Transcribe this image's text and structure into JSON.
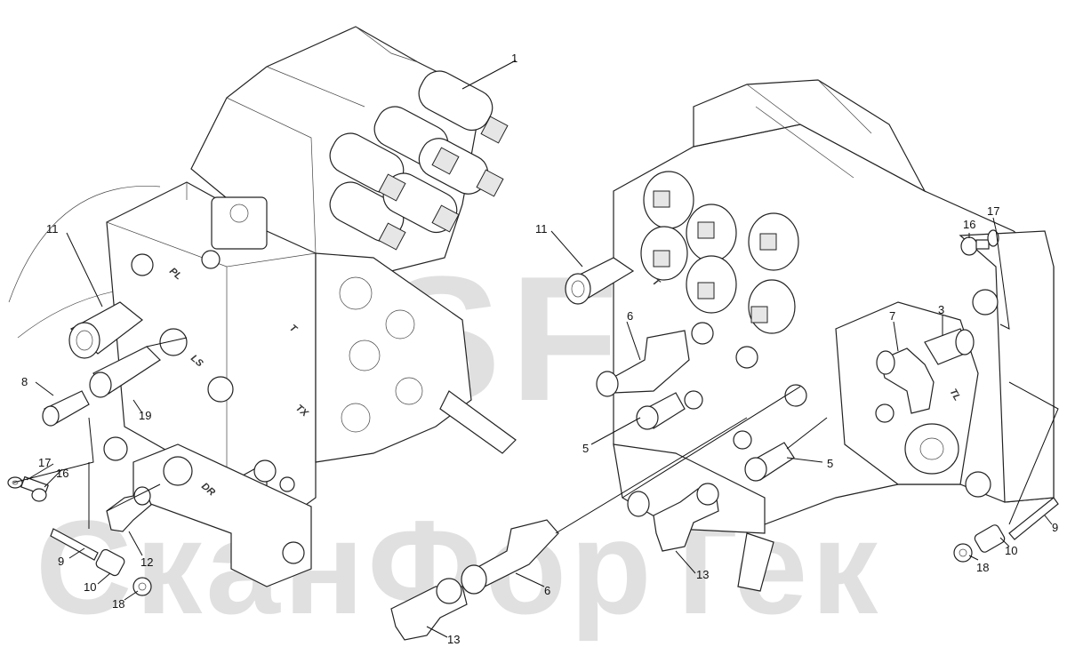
{
  "watermark": {
    "logo": "SFT",
    "text": "СканФорТек"
  },
  "valve_faces": [
    "PL",
    "LS",
    "DR",
    "T",
    "TX",
    "T",
    "TL"
  ],
  "callouts": [
    "1",
    "11",
    "8",
    "19",
    "17",
    "16",
    "9",
    "12",
    "10",
    "18",
    "11",
    "6",
    "5",
    "5",
    "6",
    "13",
    "13",
    "7",
    "3",
    "16",
    "17",
    "9",
    "10",
    "18"
  ],
  "colors": {
    "line": "#111111",
    "watermark": "#d0d0d0"
  }
}
